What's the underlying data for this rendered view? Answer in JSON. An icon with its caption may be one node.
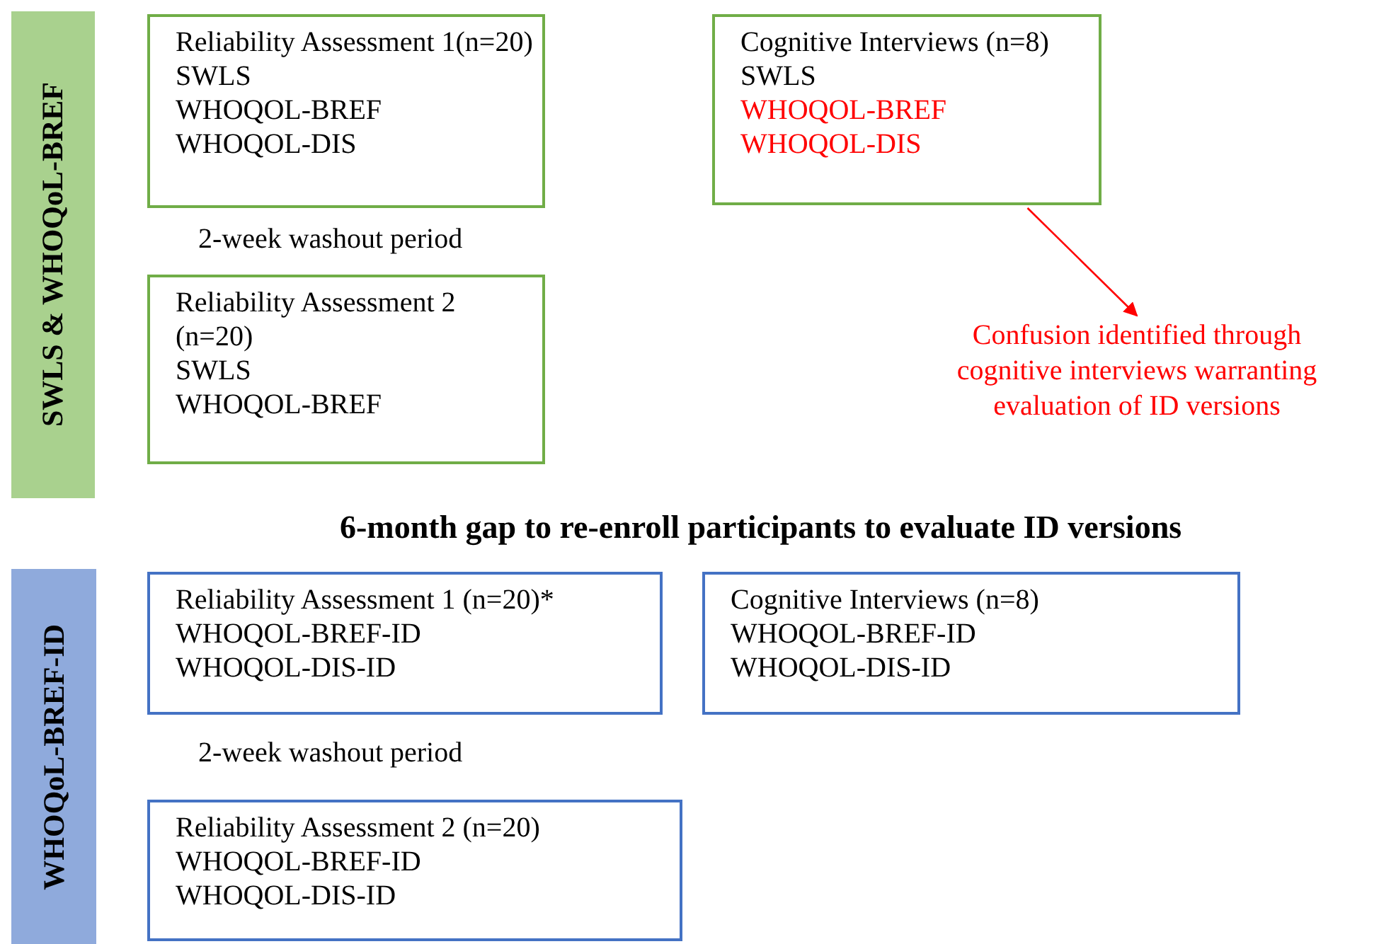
{
  "diagram": {
    "nodes": [
      {
        "text": [
          "SWLS & WHOQoL-BREF"
        ]
      },
      {
        "text": [
          "Reliability Assessment 1(n=20)",
          "SWLS",
          "WHOQOL-BREF",
          "WHOQOL-DIS"
        ]
      },
      {
        "text": [
          "Cognitive Interviews (n=8)",
          "SWLS",
          "WHOQOL-BREF",
          "WHOQOL-DIS"
        ]
      },
      {
        "text": [
          "Reliability Assessment 2 (n=20)",
          "SWLS",
          "WHOQOL-BREF"
        ]
      },
      {
        "text": [
          "Confusion identified through cognitive interviews warranting evaluation of ID versions"
        ]
      },
      {
        "text": [
          "WHOQoL-BREF-ID"
        ]
      },
      {
        "text": [
          "Reliability Assessment 1 (n=20)*",
          "WHOQOL-BREF-ID",
          "WHOQOL-DIS-ID"
        ]
      },
      {
        "text": [
          "Cognitive Interviews (n=8)",
          "WHOQOL-BREF-ID",
          "WHOQOL-DIS-ID"
        ]
      },
      {
        "text": [
          "Reliability Assessment 2 (n=20)",
          "WHOQOL-BREF-ID",
          "WHOQOL-DIS-ID"
        ]
      }
    ],
    "edges": [
      {
        "from": 2,
        "to": 4,
        "arrow": "to",
        "color": "#ff0000"
      }
    ],
    "labels": [
      "2-week washout period",
      "6-month gap to re-enroll participants to evaluate ID versions",
      "2-week washout period"
    ]
  }
}
